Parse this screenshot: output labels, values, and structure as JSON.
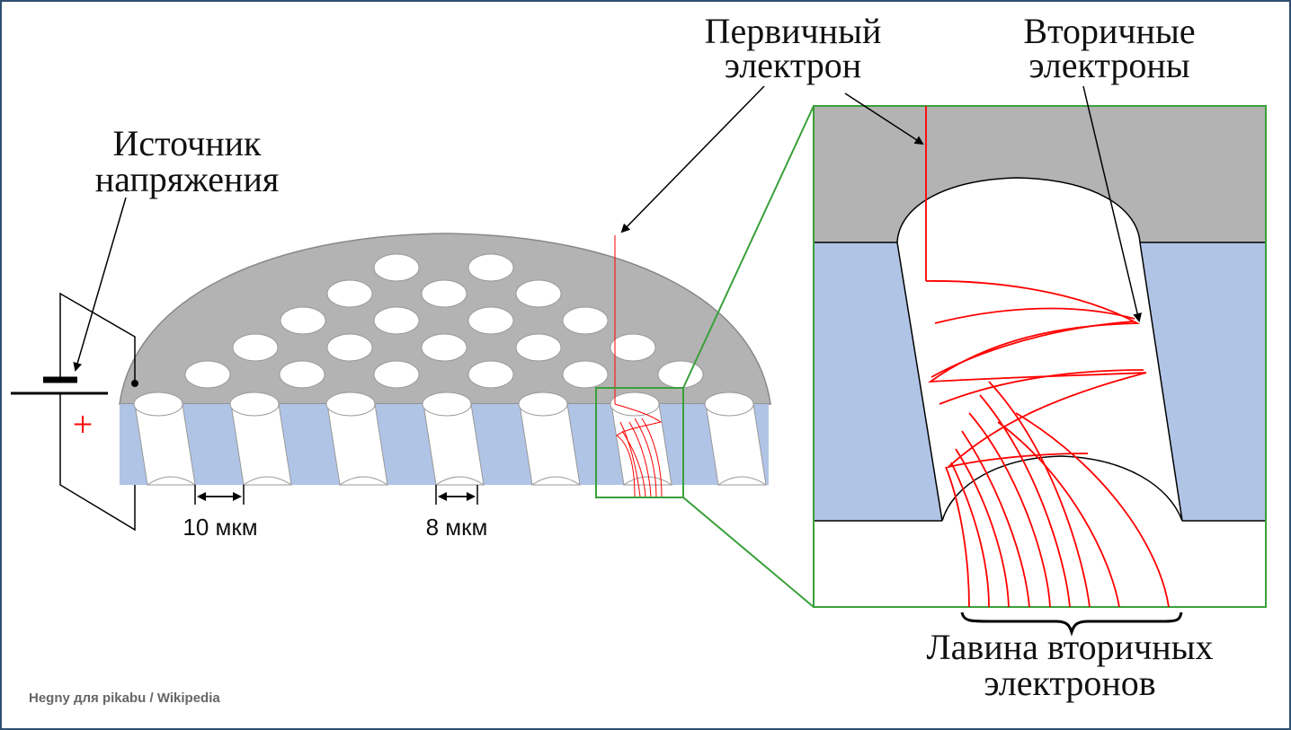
{
  "labels": {
    "voltage_source_line1": "Источник",
    "voltage_source_line2": "напряжения",
    "primary_line1": "Первичный",
    "primary_line2": "электрон",
    "secondary_line1": "Вторичные",
    "secondary_line2": "электроны",
    "avalanche_line1": "Лавина вторичных",
    "avalanche_line2": "электронов",
    "plus_sign": "+",
    "dim_left": "10 мкм",
    "dim_right": "8 мкм"
  },
  "credit": "Hegny для pikabu / Wikipedia",
  "colors": {
    "gray": "#b3b3b3",
    "blue": "#b0c4e6",
    "red": "#ff0000",
    "green": "#3aa03a",
    "border": "#2f4f6f"
  }
}
